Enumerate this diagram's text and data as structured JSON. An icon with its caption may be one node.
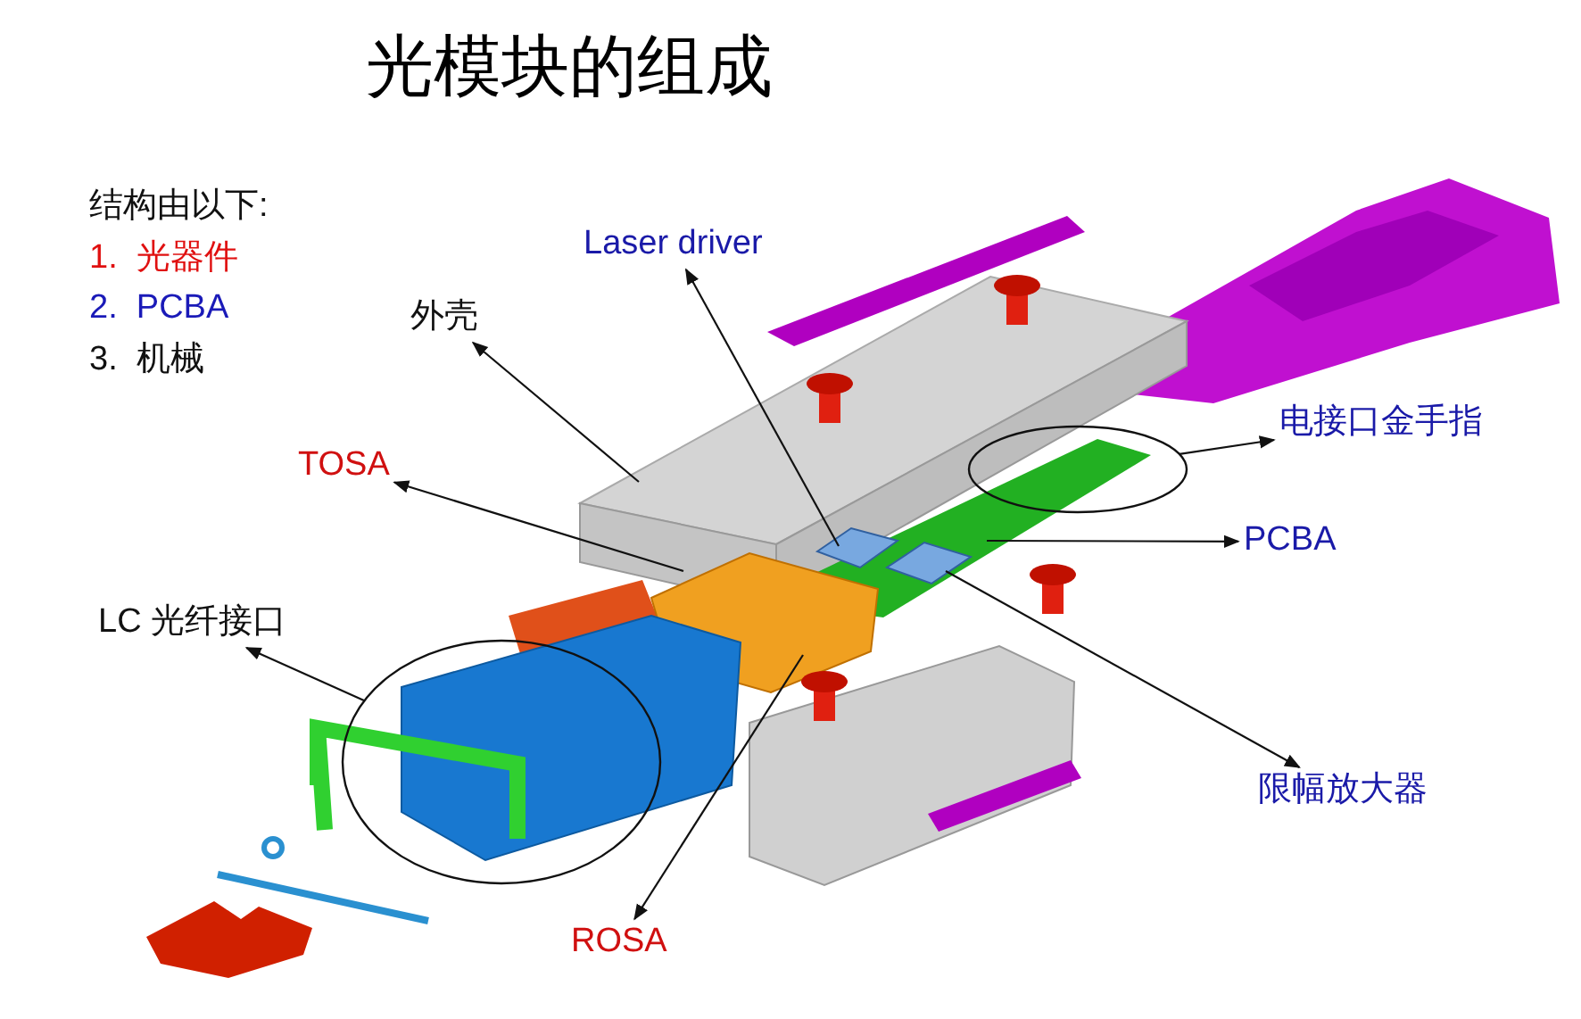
{
  "diagram": {
    "title": "光模块的组成",
    "nodes": [
      {
        "text": [
          "外壳"
        ]
      },
      {
        "text": [
          "Laser driver"
        ]
      },
      {
        "text": [
          "TOSA"
        ]
      },
      {
        "text": [
          "电接口金手指"
        ]
      },
      {
        "text": [
          "PCBA"
        ]
      },
      {
        "text": [
          "LC 光纤接口"
        ]
      },
      {
        "text": [
          "限幅放大器"
        ]
      },
      {
        "text": [
          "ROSA"
        ]
      },
      {
        "text": [],
        "shape": "box"
      },
      {
        "text": [],
        "shape": "box"
      },
      {
        "text": [],
        "shape": "circle"
      },
      {
        "text": [],
        "shape": "circle"
      }
    ],
    "edges": [
      {
        "from": null,
        "to": 0,
        "arrow": "to"
      },
      {
        "from": 8,
        "to": 1,
        "arrow": "to"
      },
      {
        "from": null,
        "to": 2,
        "arrow": "to"
      },
      {
        "from": 11,
        "to": 3,
        "arrow": "to"
      },
      {
        "from": null,
        "to": 4,
        "arrow": "to"
      },
      {
        "from": 10,
        "to": 5,
        "arrow": "to"
      },
      {
        "from": 9,
        "to": 6,
        "arrow": "to"
      },
      {
        "from": null,
        "to": 7,
        "arrow": "to"
      }
    ],
    "labels": [
      "结构由以下:",
      "1.  光器件",
      "2.  PCBA",
      "3.  机械"
    ]
  }
}
